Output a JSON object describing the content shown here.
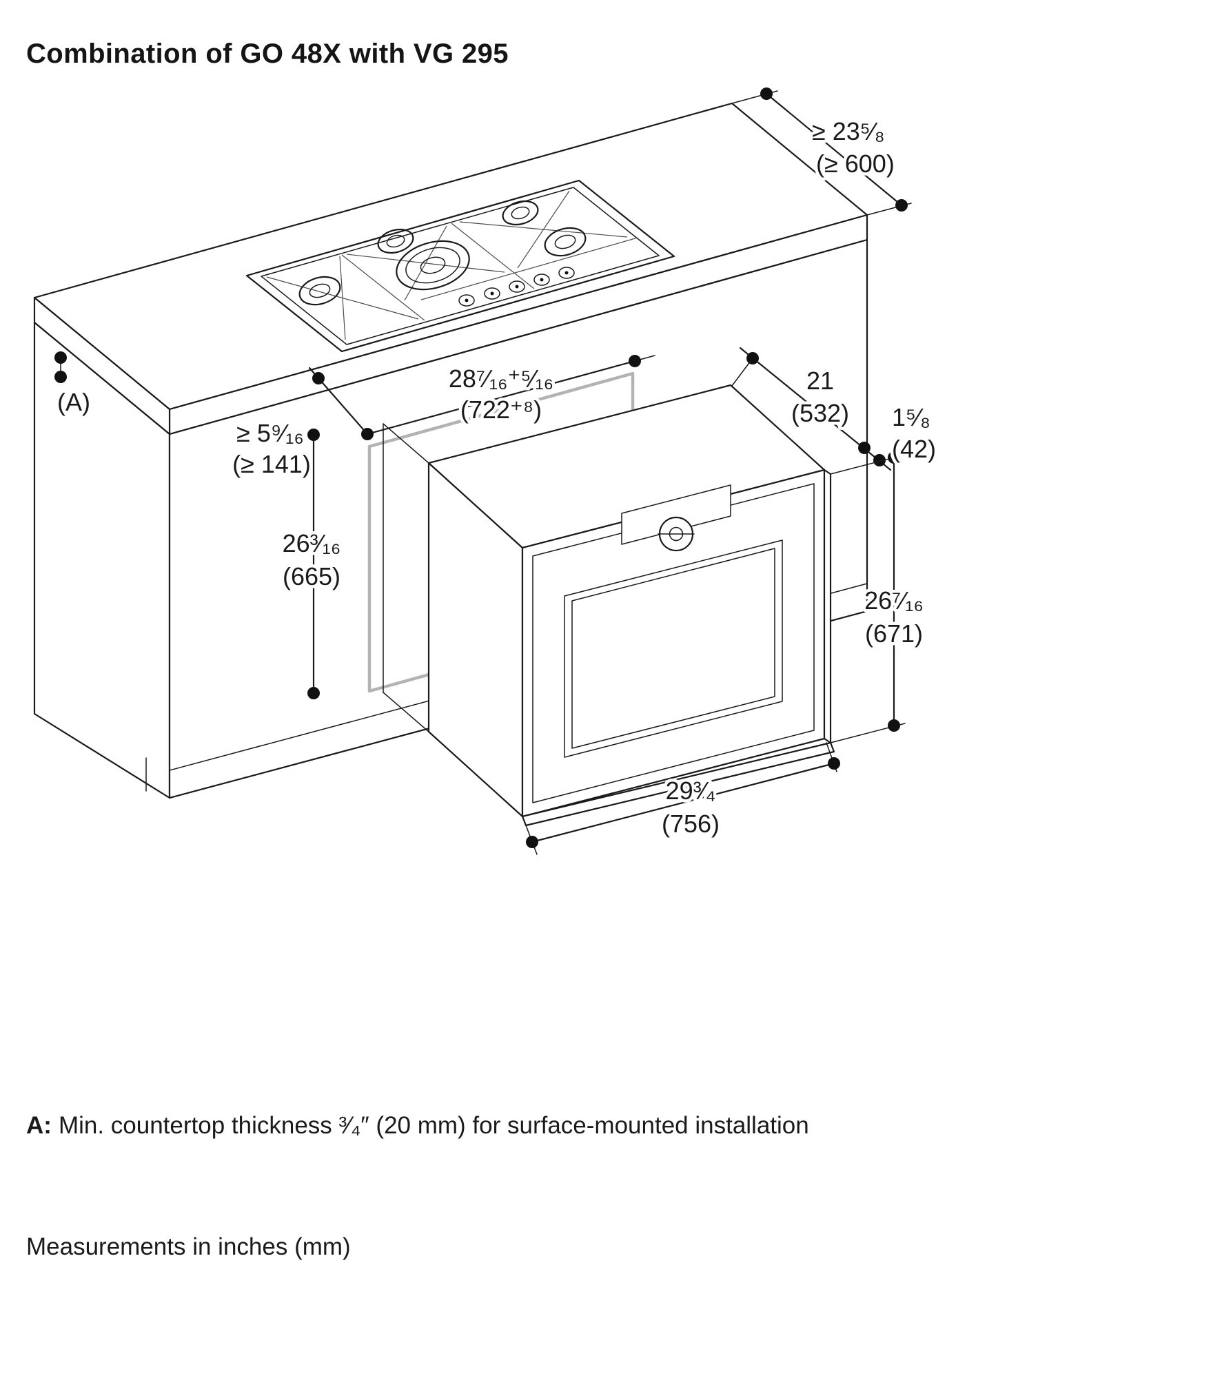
{
  "title": "Combination of GO 48X with VG 295",
  "diagram": {
    "dims": {
      "counter_depth": {
        "in": "≥ 23⁵⁄₈",
        "mm": "(≥ 600)"
      },
      "cutout_width": {
        "in": "28⁷⁄₁₆⁺⁵⁄₁₆",
        "mm": "(722⁺⁸)"
      },
      "niche_depth": {
        "in": "21",
        "mm": "(532)"
      },
      "frame_offset": {
        "in": "1⁵⁄₈",
        "mm": "(42)"
      },
      "min_clearance": {
        "in": "≥ 5⁹⁄₁₆",
        "mm": "(≥ 141)"
      },
      "cutout_height": {
        "in": "26³⁄₁₆",
        "mm": "(665)"
      },
      "oven_height": {
        "in": "26⁷⁄₁₆",
        "mm": "(671)"
      },
      "oven_width": {
        "in": "29³⁄₄",
        "mm": "(756)"
      },
      "label_a": "(A)"
    }
  },
  "footnotes": {
    "a_prefix": "A:",
    "a_text": "Min. countertop thickness ³⁄₄″ (20 mm) for surface-mounted installation",
    "units": "Measurements in inches (mm)"
  }
}
